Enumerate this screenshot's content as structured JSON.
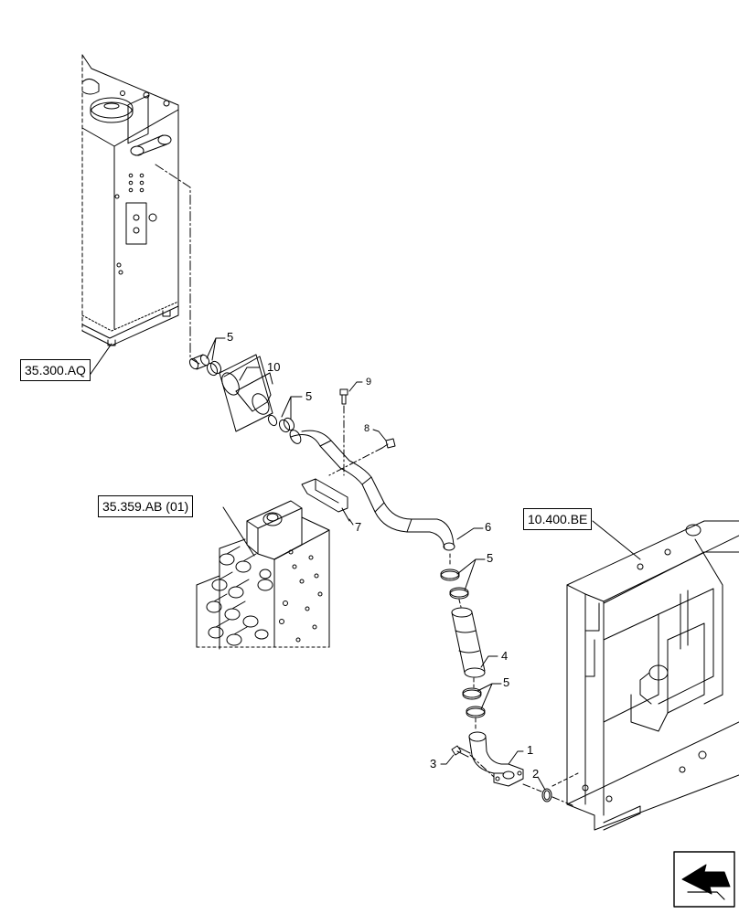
{
  "references": {
    "tank": "35.300.AQ",
    "valve": "35.359.AB (01)",
    "cooler": "10.400.BE"
  },
  "callouts": {
    "c1": "1",
    "c2": "2",
    "c3": "3",
    "c4": "4",
    "c5a": "5",
    "c5b": "5",
    "c5c": "5",
    "c5d": "5",
    "c6": "6",
    "c7": "7",
    "c8": "8",
    "c9": "9",
    "c10": "10"
  },
  "nav_icon": "arrow-left-icon"
}
